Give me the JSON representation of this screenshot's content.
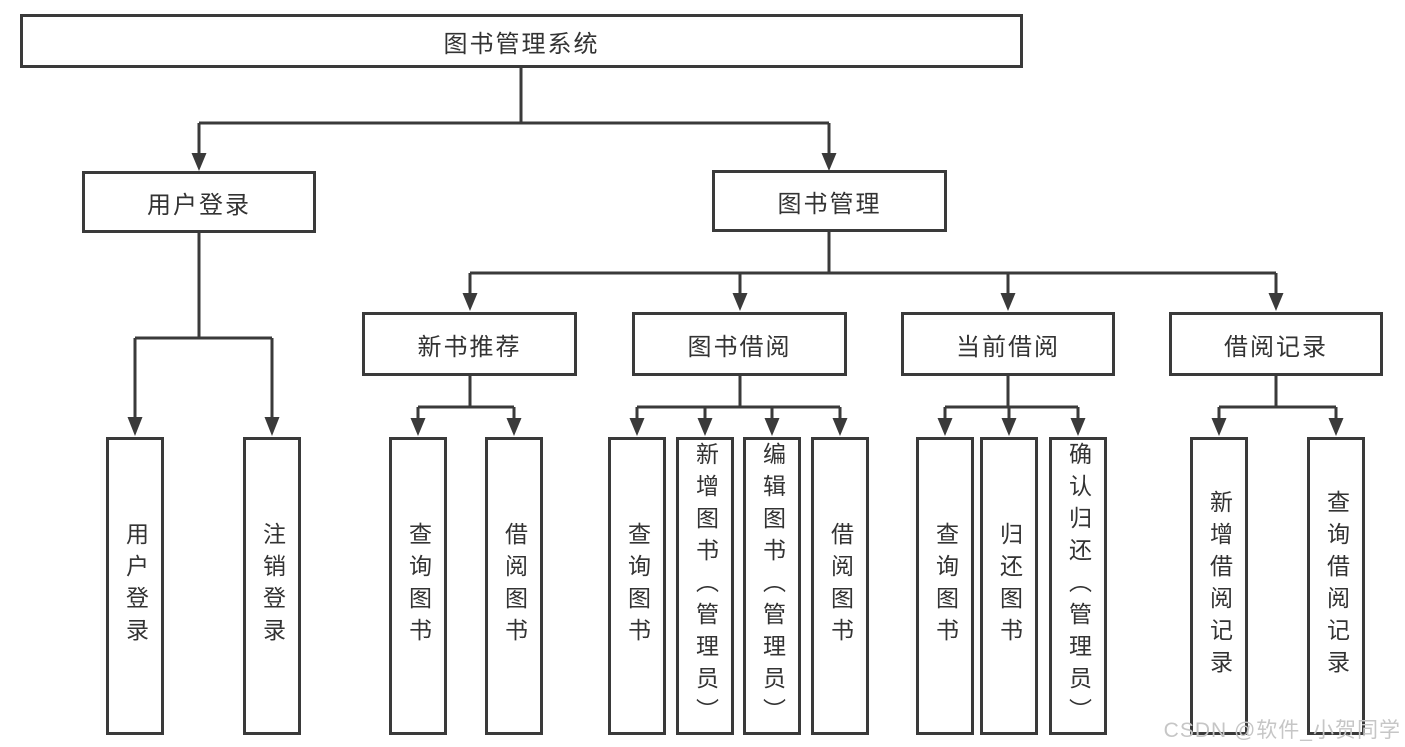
{
  "nodes": {
    "root": {
      "label": "图书管理系统"
    },
    "user_login": {
      "label": "用户登录"
    },
    "book_mgmt": {
      "label": "图书管理"
    },
    "new_book_rec": {
      "label": "新书推荐"
    },
    "book_borrow": {
      "label": "图书借阅"
    },
    "current_borrow": {
      "label": "当前借阅"
    },
    "borrow_records": {
      "label": "借阅记录"
    },
    "leaf_user_login": {
      "label": "用户登录"
    },
    "leaf_logout": {
      "label": "注销登录"
    },
    "leaf_query_book_1": {
      "label": "查询图书"
    },
    "leaf_borrow_book_1": {
      "label": "借阅图书"
    },
    "leaf_query_book_2": {
      "label": "查询图书"
    },
    "leaf_add_book": {
      "label": "新增图书（管理员）"
    },
    "leaf_edit_book": {
      "label": "编辑图书（管理员）"
    },
    "leaf_borrow_book_2": {
      "label": "借阅图书"
    },
    "leaf_query_book_3": {
      "label": "查询图书"
    },
    "leaf_return_book": {
      "label": "归还图书"
    },
    "leaf_confirm_return": {
      "label": "确认归还（管理员）"
    },
    "leaf_add_borrow_record": {
      "label": "新增借阅记录"
    },
    "leaf_query_borrow_record": {
      "label": "查询借阅记录"
    }
  },
  "edges": [
    {
      "from": "root",
      "to": [
        "user_login",
        "book_mgmt"
      ]
    },
    {
      "from": "user_login",
      "to": [
        "leaf_user_login",
        "leaf_logout"
      ]
    },
    {
      "from": "book_mgmt",
      "to": [
        "new_book_rec",
        "book_borrow",
        "current_borrow",
        "borrow_records"
      ]
    },
    {
      "from": "new_book_rec",
      "to": [
        "leaf_query_book_1",
        "leaf_borrow_book_1"
      ]
    },
    {
      "from": "book_borrow",
      "to": [
        "leaf_query_book_2",
        "leaf_add_book",
        "leaf_edit_book",
        "leaf_borrow_book_2"
      ]
    },
    {
      "from": "current_borrow",
      "to": [
        "leaf_query_book_3",
        "leaf_return_book",
        "leaf_confirm_return"
      ]
    },
    {
      "from": "borrow_records",
      "to": [
        "leaf_add_borrow_record",
        "leaf_query_borrow_record"
      ]
    }
  ],
  "watermark": {
    "text": "CSDN @软件_小贺同学",
    "color": "#c6c6c6"
  },
  "colors": {
    "line": "#3a3a3a",
    "text": "#333333",
    "box_background": "#ffffff",
    "page_background": "#ffffff"
  }
}
